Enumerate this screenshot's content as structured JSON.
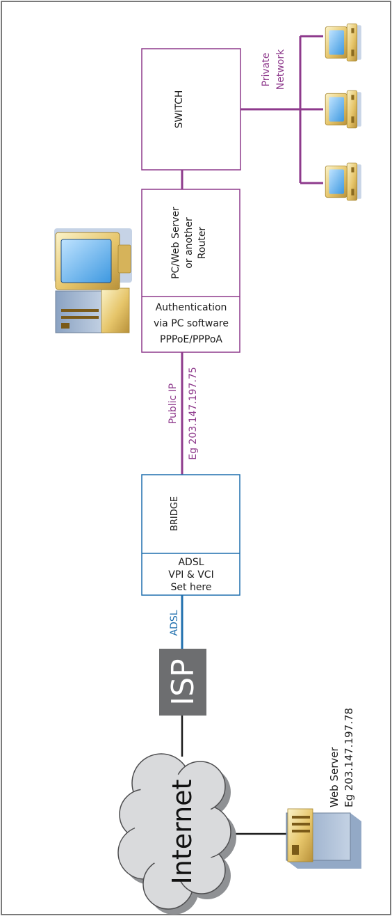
{
  "nodes": {
    "internet": {
      "label": "Internet"
    },
    "isp": {
      "label": "ISP"
    },
    "bridge": {
      "label": "BRIDGE",
      "sub_lines": [
        "ADSL",
        "VPI & VCI",
        "Set here"
      ]
    },
    "router": {
      "label_lines": [
        "PC/Web Server",
        "or another",
        "Router"
      ],
      "sub_lines": [
        "Authentication",
        "via PC software",
        "PPPoE/PPPoA"
      ]
    },
    "switch": {
      "label": "SWITCH"
    },
    "web_server": {
      "label_lines": [
        "Web Server",
        "Eg 203.147.197.78"
      ]
    }
  },
  "links": {
    "isp_bridge": {
      "label": "ADSL"
    },
    "bridge_router": {
      "label_lines": [
        "Public IP",
        "Eg 203.147.197.75"
      ]
    },
    "private": {
      "label_lines": [
        "Private",
        "Network"
      ]
    }
  },
  "colors": {
    "purple": "#8e3a8c",
    "blue": "#1f6fae",
    "isp_box": "#6d6e70",
    "cloud": "#d9dadc",
    "frame": "#7a7a7a"
  },
  "icons": {
    "workstation": "desktop-computer-icon",
    "client_pc": "client-pc-icon",
    "server": "server-tower-icon",
    "cloud": "cloud-icon"
  }
}
